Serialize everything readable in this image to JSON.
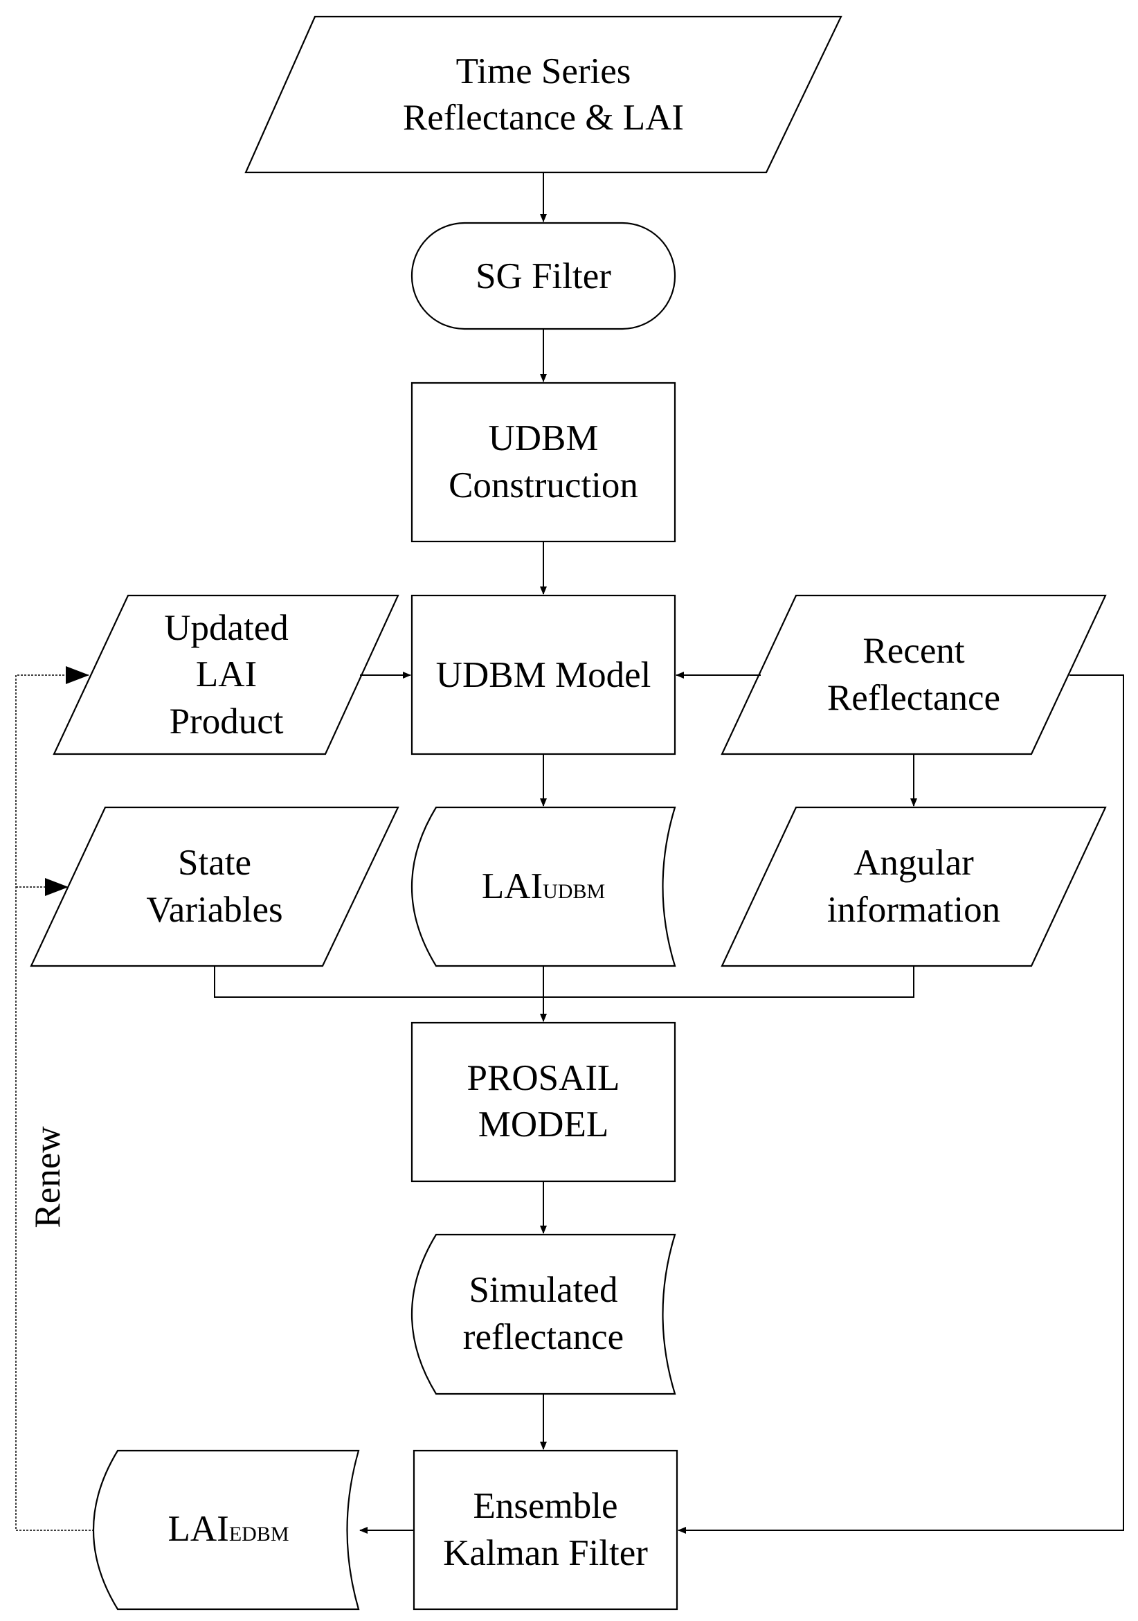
{
  "nodes": {
    "time_series": {
      "line1": "Time Series",
      "line2": "Reflectance & LAI"
    },
    "sg_filter": {
      "label": "SG Filter"
    },
    "udbm_construction": {
      "line1": "UDBM",
      "line2": "Construction"
    },
    "udbm_model": {
      "label": "UDBM Model"
    },
    "updated_lai": {
      "line1": "Updated",
      "line2": "LAI",
      "line3": "Product"
    },
    "recent_reflectance": {
      "line1": "Recent",
      "line2": "Reflectance"
    },
    "state_variables": {
      "line1": "State",
      "line2": "Variables"
    },
    "lai_udbm": {
      "base": "LAI",
      "sub": "UDBM"
    },
    "angular_information": {
      "line1": "Angular",
      "line2": "information"
    },
    "prosail_model": {
      "line1": "PROSAIL",
      "line2": "MODEL"
    },
    "simulated_reflectance": {
      "line1": "Simulated",
      "line2": "reflectance"
    },
    "ensemble_kalman": {
      "line1": "Ensemble",
      "line2": "Kalman Filter"
    },
    "lai_edbm": {
      "base": "LAI",
      "sub": "EDBM"
    }
  },
  "loop_label": "Renew"
}
